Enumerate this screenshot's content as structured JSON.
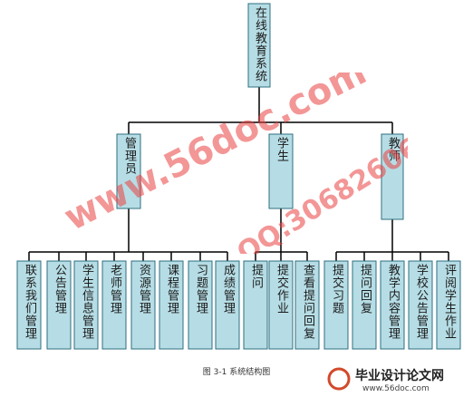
{
  "diagram": {
    "root": "在线教育系统",
    "branches": [
      {
        "label": "管理员",
        "children": [
          "联系我们管理",
          "公告管理",
          "学生信息管理",
          "老师管理",
          "资源管理",
          "课程管理",
          "习题管理",
          "成绩管理"
        ]
      },
      {
        "label": "学生",
        "children": [
          "提问",
          "提交作业",
          "查看提问回复"
        ]
      },
      {
        "label": "教师",
        "children": [
          "提交习题",
          "提问回复",
          "教学内容管理",
          "学校公告管理",
          "评阅学生作业"
        ]
      }
    ]
  },
  "caption": "图 3-1 系统结构图",
  "watermark": {
    "text1": "www.56doc.com",
    "text2": "QQ:306826066",
    "site_title": "毕业设计论文网",
    "site_url": "www.56doc.com"
  },
  "colors": {
    "box_fill": "#b6dde5",
    "box_stroke": "#2e6f80",
    "line": "#000000",
    "watermark": "#e94040"
  }
}
